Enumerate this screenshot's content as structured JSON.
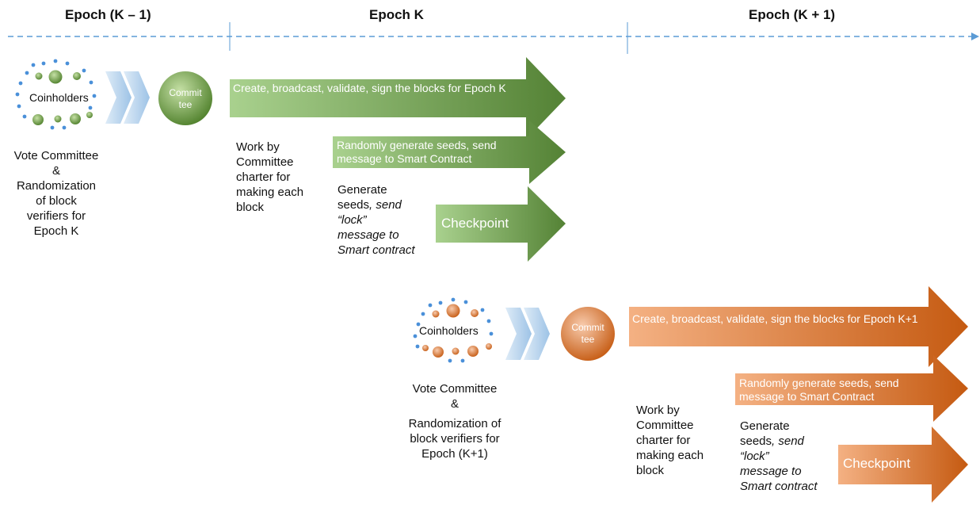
{
  "epochs": {
    "prev": "Epoch (K – 1)",
    "current": "Epoch K",
    "next": "Epoch (K + 1)"
  },
  "group_k": {
    "coinholders": "Coinholders",
    "committee_line1": "Commit",
    "committee_line2": "tee",
    "vote_text": [
      "Vote Committee",
      "&",
      "Randomization",
      "of block",
      "verifiers for",
      "Epoch K"
    ],
    "arrow_create": "Create, broadcast, validate, sign the blocks for Epoch K",
    "arrow_random": "Randomly generate seeds,  send message to Smart Contract",
    "work_text": [
      "Work by",
      "Committee",
      "charter for",
      "making each",
      "block"
    ],
    "generate_line1": "Generate",
    "generate_line2a": "seeds",
    "generate_line2b": ", send",
    "generate_line3": "“lock”",
    "generate_line4": "message to",
    "generate_line5": "Smart contract",
    "checkpoint": "Checkpoint"
  },
  "group_k1": {
    "coinholders": "Coinholders",
    "committee_line1": "Commit",
    "committee_line2": "tee",
    "vote_text": [
      "Vote Committee",
      "&",
      "Randomization of",
      "block verifiers for",
      "Epoch (K+1)"
    ],
    "arrow_create": "Create, broadcast, validate, sign the blocks for Epoch K+1",
    "arrow_random": "Randomly generate  seeds, send message to Smart Contract",
    "work_text": [
      "Work by",
      "Committee",
      "charter for",
      "making each",
      "block"
    ],
    "generate_line1": "Generate",
    "generate_line2a": "seeds",
    "generate_line2b": ", send",
    "generate_line3": "“lock”",
    "generate_line4": "message to",
    "generate_line5": "Smart contract",
    "checkpoint": "Checkpoint"
  },
  "colors": {
    "timeline": "#5b9bd5",
    "green_light": "#a9d18e",
    "green_dark": "#548235",
    "orange_light": "#f4b183",
    "orange_dark": "#c55a11",
    "chevron": "#9dc3e6",
    "dot_blue": "#4a90d9"
  }
}
